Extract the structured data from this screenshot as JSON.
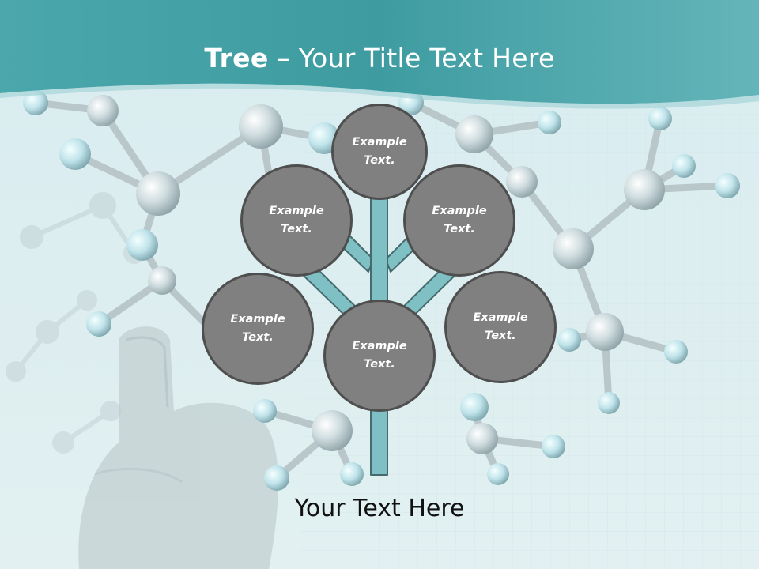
{
  "slide": {
    "title_bold": "Tree",
    "title_rest": " – Your Title Text Here",
    "footer_text": "Your Text Here"
  },
  "nodes": [
    {
      "label": "Example Text."
    },
    {
      "label": "Example Text."
    },
    {
      "label": "Example Text."
    },
    {
      "label": "Example Text."
    },
    {
      "label": "Example Text."
    },
    {
      "label": "Example Text."
    }
  ],
  "colors": {
    "header_teal": "#3f9ea3",
    "background": "#dfeff1",
    "circle_fill": "#808080",
    "circle_border": "#4e4e4e",
    "branch_fill": "#7fc0c4"
  },
  "background_image": "molecule-model-hand"
}
